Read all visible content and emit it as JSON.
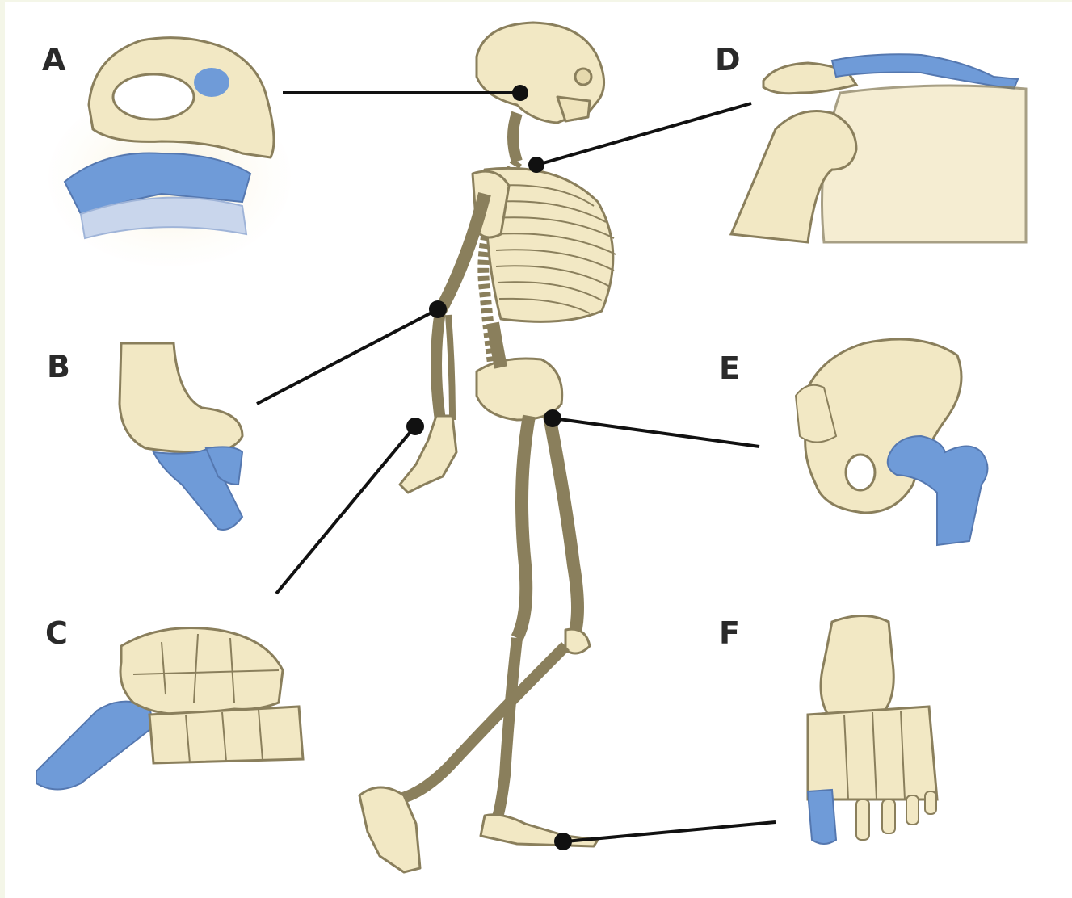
{
  "labels": {
    "a": "A",
    "b": "B",
    "c": "C",
    "d": "D",
    "e": "E",
    "f": "F"
  },
  "colors": {
    "bone": "#f2e8c4",
    "bone_outline": "#8a7f5c",
    "cartilage": "#6f9bd8",
    "pointer": "#111111",
    "page_border": "#f4f6e8"
  },
  "icons": {
    "skeleton": "skeleton-side-view-icon",
    "a": "atlas-axis-pivot-joint-icon",
    "b": "elbow-hinge-joint-icon",
    "c": "wrist-condyloid-joint-icon",
    "d": "shoulder-plane-joint-icon",
    "e": "hip-ball-socket-joint-icon",
    "f": "thumb-saddle-joint-icon"
  }
}
